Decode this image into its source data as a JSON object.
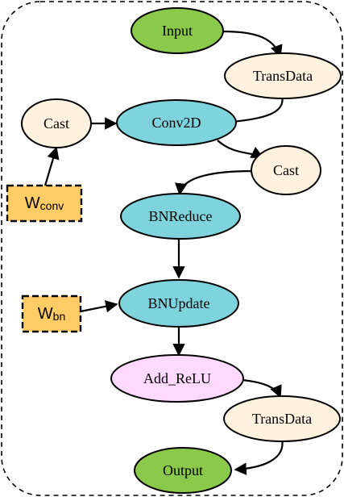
{
  "colors": {
    "input_output_fill": "#8bc94a",
    "transdata_fill": "#fff3e0",
    "cast_fill": "#fff3e0",
    "op_fill": "#7fd3dc",
    "add_relu_fill": "#ffd9ff",
    "weight_fill": "#ffcc66",
    "stroke": "#000000"
  },
  "nodes": {
    "input": "Input",
    "transdata_top": "TransData",
    "cast_left": "Cast",
    "conv2d": "Conv2D",
    "cast_right": "Cast",
    "bnreduce": "BNReduce",
    "bnupdate": "BNUpdate",
    "add_relu": "Add_ReLU",
    "transdata_bottom": "TransData",
    "output": "Output"
  },
  "weights": {
    "conv": {
      "main": "W",
      "sub": "conv"
    },
    "bn": {
      "main": "W",
      "sub": "bn"
    }
  }
}
